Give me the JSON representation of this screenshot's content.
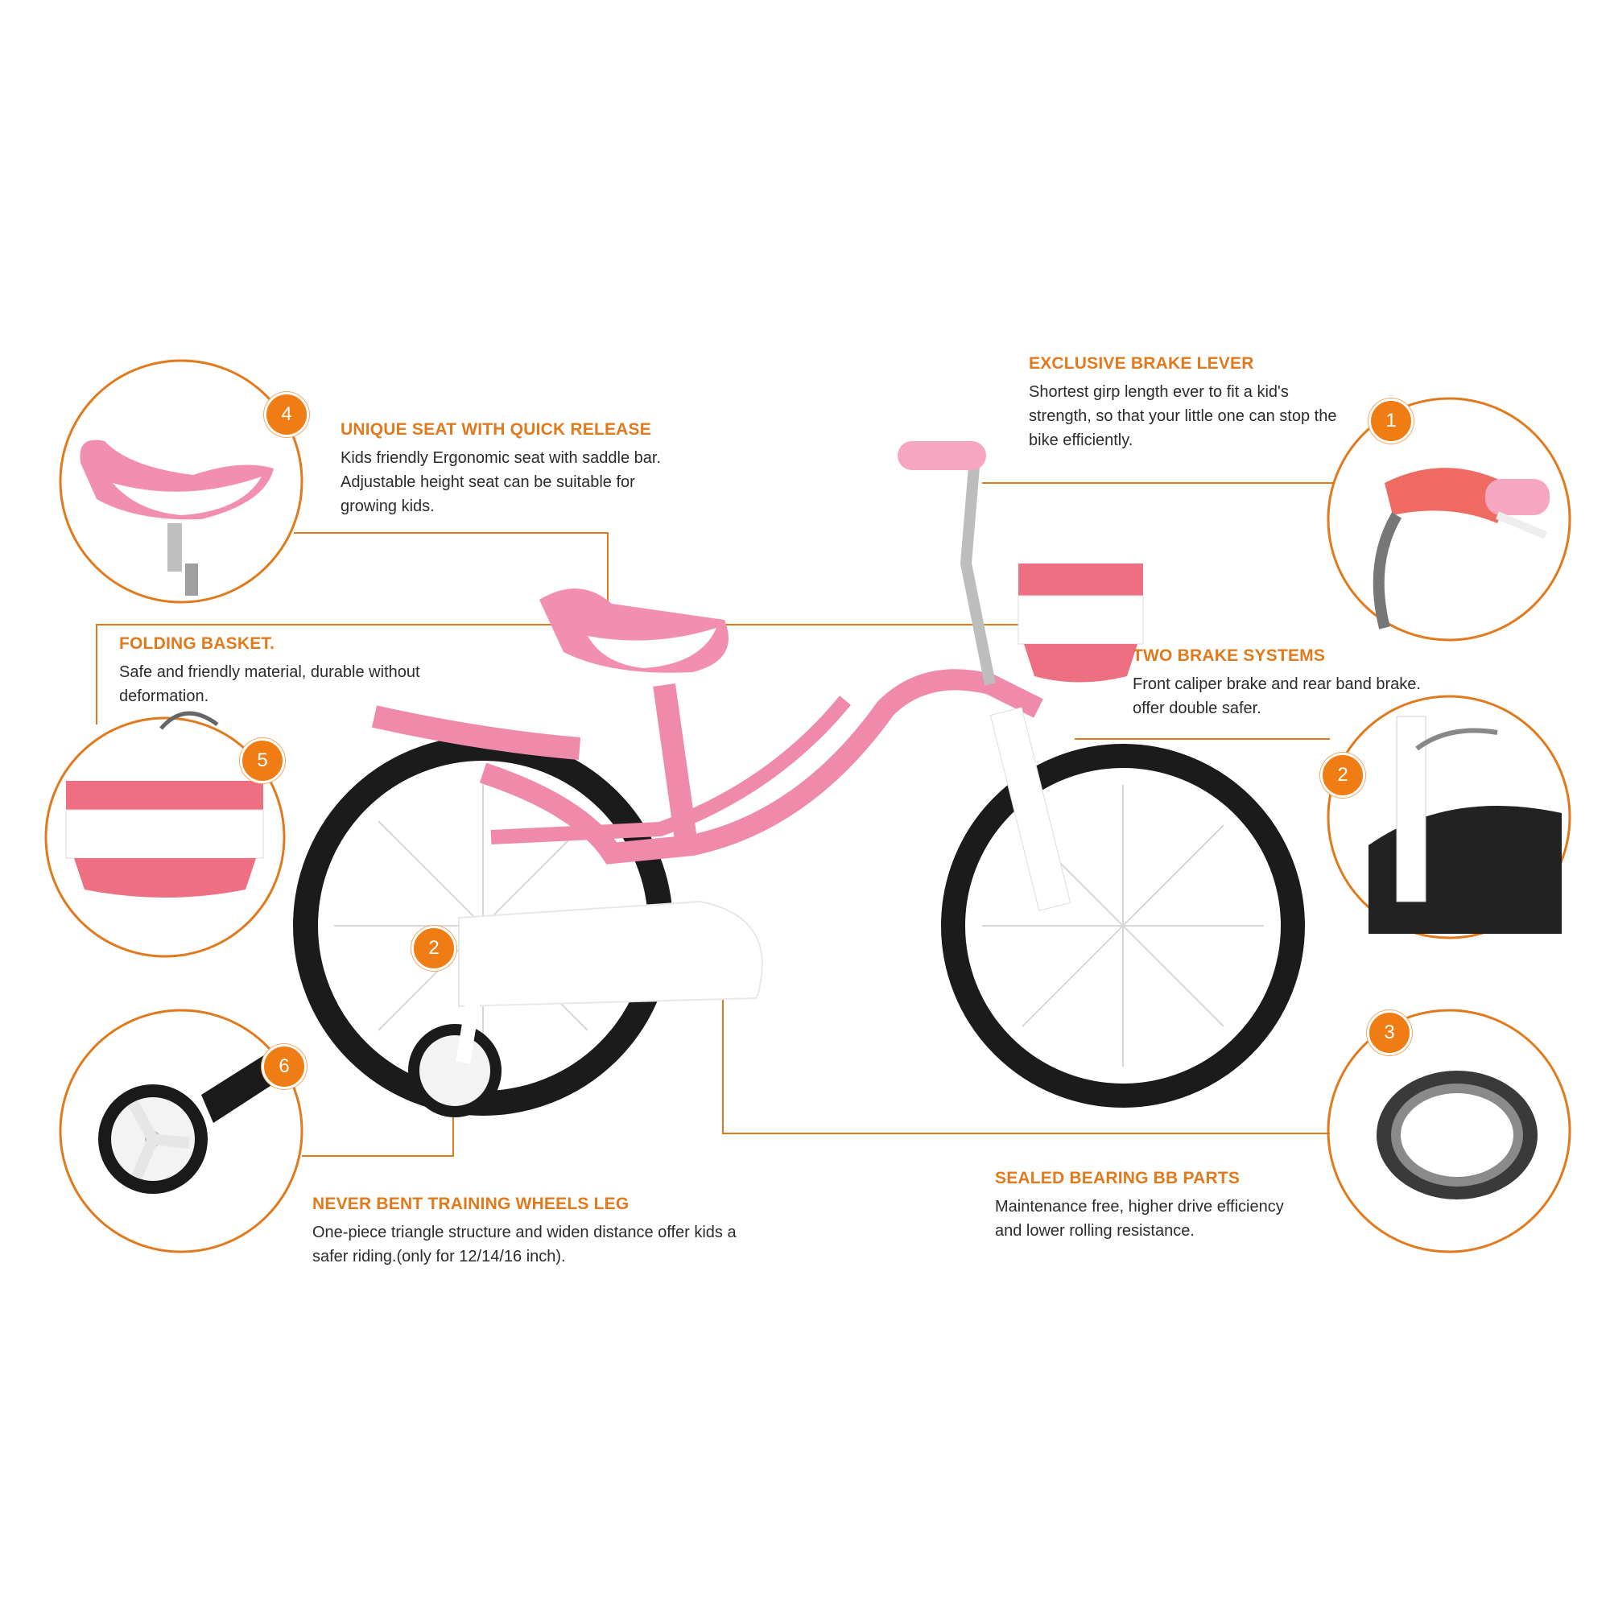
{
  "colors": {
    "accent": "#e07a1c",
    "badge": "#f07d14",
    "frame_pink": "#f08aab",
    "text": "#2b2b2b"
  },
  "features": [
    {
      "id": "brake-lever",
      "badge": "1",
      "title": "EXCLUSIVE BRAKE LEVER",
      "lines": [
        "Shortest girp length ever to fit a kid's",
        "strength, so that your little one can stop the",
        "bike efficiently."
      ]
    },
    {
      "id": "brake-systems",
      "badge": "2",
      "title": "TWO BRAKE SYSTEMS",
      "lines": [
        "Front caliper brake and rear band brake.",
        "offer double safer."
      ]
    },
    {
      "id": "bearing",
      "badge": "3",
      "title": "SEALED BEARING BB PARTS",
      "lines": [
        "Maintenance free, higher drive efficiency",
        "and lower rolling resistance."
      ]
    },
    {
      "id": "seat",
      "badge": "4",
      "title": "UNIQUE SEAT WITH QUICK RELEASE",
      "lines": [
        "Kids friendly Ergonomic seat with saddle bar.",
        "Adjustable height seat can be suitable for",
        "growing kids."
      ]
    },
    {
      "id": "basket",
      "badge": "5",
      "title": "FOLDING BASKET.",
      "lines": [
        "Safe and friendly material, durable without",
        "deformation."
      ]
    },
    {
      "id": "training-wheels",
      "badge": "6",
      "title": "NEVER BENT TRAINING WHEELS LEG",
      "lines": [
        "One-piece triangle structure and widen distance offer kids a",
        "safer riding.(only for 12/14/16 inch)."
      ]
    }
  ],
  "bike_badge": "2",
  "icons": [
    "bicycle-illustration",
    "brake-lever-detail",
    "rear-brake-detail",
    "bearing-detail",
    "seat-detail",
    "basket-detail",
    "training-wheel-detail"
  ]
}
